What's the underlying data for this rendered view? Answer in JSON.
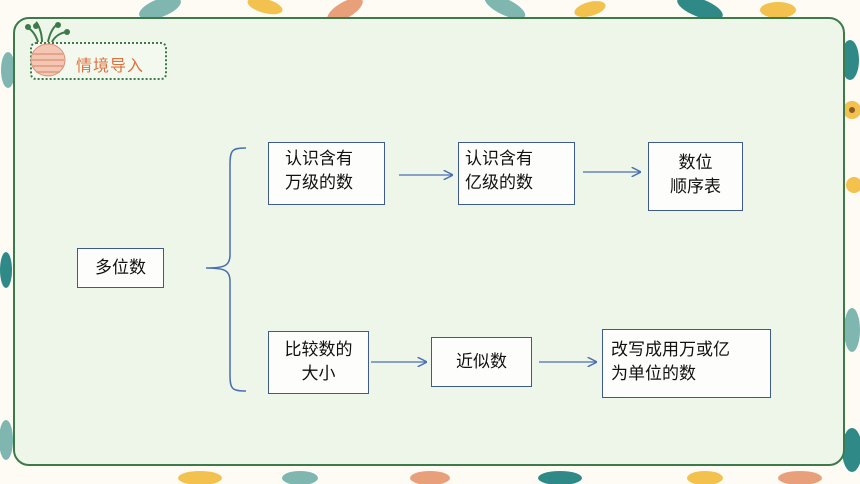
{
  "section_title": "情境导入",
  "diagram": {
    "root": "多位数",
    "top_branch": {
      "n1": [
        "认识含有",
        "万级的数"
      ],
      "n2": [
        "认识含有",
        "亿级的数"
      ],
      "n3": [
        "数位",
        "顺序表"
      ]
    },
    "bottom_branch": {
      "n1": [
        "比较数的",
        "大小"
      ],
      "n2": "近似数",
      "n3": [
        "改写成用万或亿",
        "为单位的数"
      ]
    }
  },
  "colors": {
    "panel_border": "#3c7a4a",
    "panel_bg": "#eef6ea",
    "title_text": "#e0703a",
    "box_border": "#3f5a8c",
    "arrow": "#4a6fb0"
  }
}
